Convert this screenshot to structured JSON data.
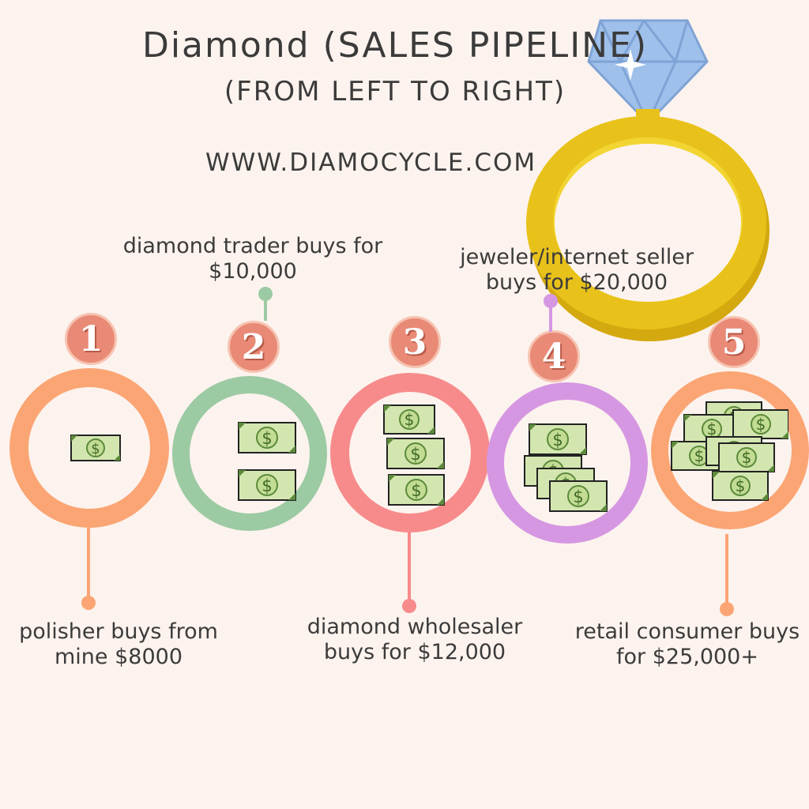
{
  "header": {
    "title": "Diamond  (SALES PIPELINE)",
    "subtitle": "(FROM LEFT TO RIGHT)",
    "website": "WWW.DIAMOCYCLE.COM"
  },
  "stages": [
    {
      "number": "1",
      "label_line1": "polisher buys from",
      "label_line2": "mine $8000",
      "color": "#fba574",
      "bills": 1
    },
    {
      "number": "2",
      "label_line1": "diamond trader buys for",
      "label_line2": "$10,000",
      "color": "#9ccaa3",
      "bills": 2
    },
    {
      "number": "3",
      "label_line1": "diamond wholesaler",
      "label_line2": "buys for $12,000",
      "color": "#f78b8b",
      "bills": 3
    },
    {
      "number": "4",
      "label_line1": "jeweler/internet seller",
      "label_line2": "buys for $20,000",
      "color": "#d597e2",
      "bills": 4
    },
    {
      "number": "5",
      "label_line1": "retail consumer buys",
      "label_line2": "for $25,000+",
      "color": "#fba574",
      "bills": 8
    }
  ],
  "colors": {
    "background": "#fdf3ee",
    "badge": "#e98a76",
    "ring_gold": "#e8c21a",
    "diamond_blue": "#9fc0ea",
    "bill_green": "#d3e6b0"
  },
  "icons": {
    "money": "dollar-bill-icon",
    "ring": "diamond-ring-icon"
  }
}
